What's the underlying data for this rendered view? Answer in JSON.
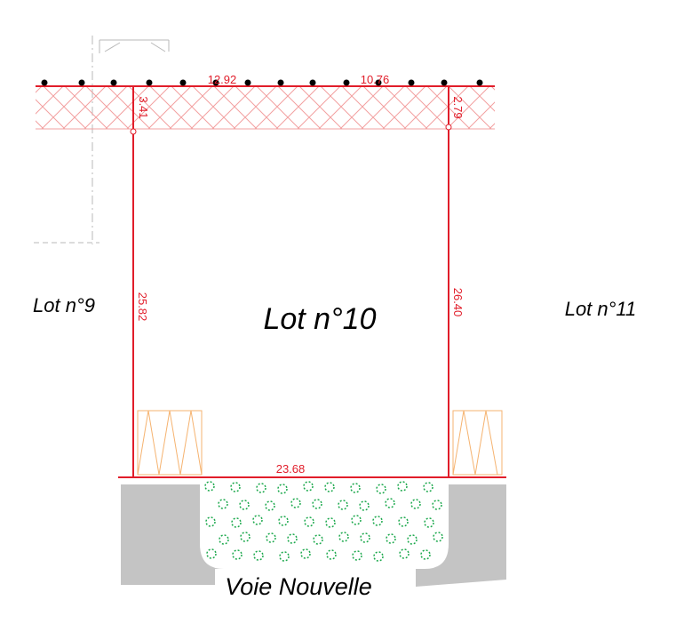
{
  "lots": {
    "main": "Lot n°10",
    "left": "Lot n°9",
    "right": "Lot n°11"
  },
  "road": {
    "label": "Voie Nouvelle"
  },
  "dimensions": {
    "top_left": "12.92",
    "top_right": "10.76",
    "left_setback": "3.41",
    "right_setback": "2.79",
    "left_side": "25.82",
    "right_side": "26.40",
    "front": "23.68"
  },
  "colors": {
    "boundary": "#e11d2a",
    "hatch": "#f2a0a0",
    "road": "#c4c4c4",
    "green_space": "#1aa84b",
    "parking": "#f5b370"
  }
}
